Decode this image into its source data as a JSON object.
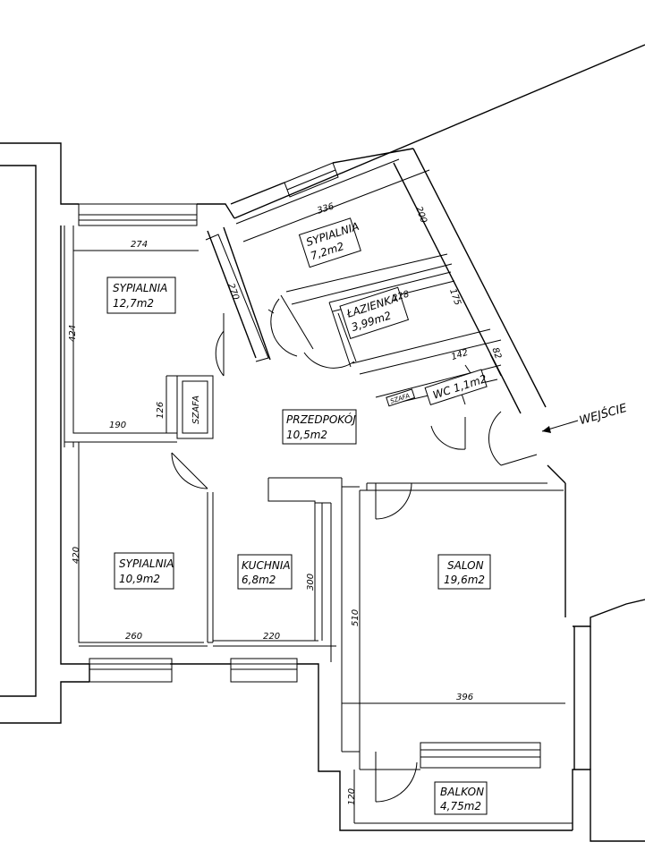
{
  "rooms": {
    "sypialnia_1": {
      "name": "SYPIALNIA",
      "area": "12,7m2"
    },
    "sypialnia_2": {
      "name": "SYPIALNIA",
      "area": "7,2m2"
    },
    "lazienka": {
      "name": "ŁAZIENKA",
      "area": "3,99m2"
    },
    "wc": {
      "name": "WC",
      "area": "1,1m2"
    },
    "szafa_1": {
      "name": "SZAFA"
    },
    "szafa_2": {
      "name": "SZAFA"
    },
    "przedpokoj": {
      "name": "PRZEDPOKÓJ",
      "area": "10,5m2"
    },
    "sypialnia_3": {
      "name": "SYPIALNIA",
      "area": "10,9m2"
    },
    "kuchnia": {
      "name": "KUCHNIA",
      "area": "6,8m2"
    },
    "salon": {
      "name": "SALON",
      "area": "19,6m2"
    },
    "balkon": {
      "name": "BALKON",
      "area": "4,75m2"
    }
  },
  "entrance": {
    "label": "WEJŚCIE"
  },
  "dimensions": {
    "d274": "274",
    "d424": "424",
    "d270": "270",
    "d126": "126",
    "d190": "190",
    "d336": "336",
    "d200": "200",
    "d228": "228",
    "d175": "175",
    "d142": "142",
    "d82": "82",
    "d420": "420",
    "d260": "260",
    "d220": "220",
    "d300": "300",
    "d510": "510",
    "d396": "396",
    "d120": "120"
  }
}
